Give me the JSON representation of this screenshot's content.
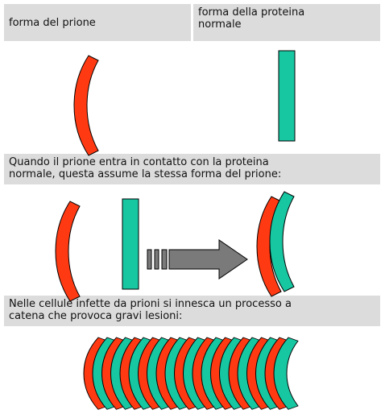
{
  "header": {
    "prion_shape_label": "forma del prione",
    "normal_protein_shape_label": "forma della proteina\nnormale"
  },
  "captions": {
    "contact": "Quando il prione entra in contatto con la proteina\nnormale, questa assume la stessa forma del prione:",
    "chain_reaction": "Nelle cellule infette da prioni si innesca un processo a\ncatena che provoca gravi lesioni:"
  },
  "colors": {
    "prion": "#ff3a12",
    "normal_protein": "#17c7a2",
    "arrow": "#7a7a7a",
    "label_background": "#dcdcdc",
    "outline": "#000000"
  },
  "icons": {
    "prion": "crescent-shape",
    "normal_protein": "rectangle-bar",
    "transformation": "right-arrow"
  },
  "chain": {
    "pair_count": 11
  }
}
